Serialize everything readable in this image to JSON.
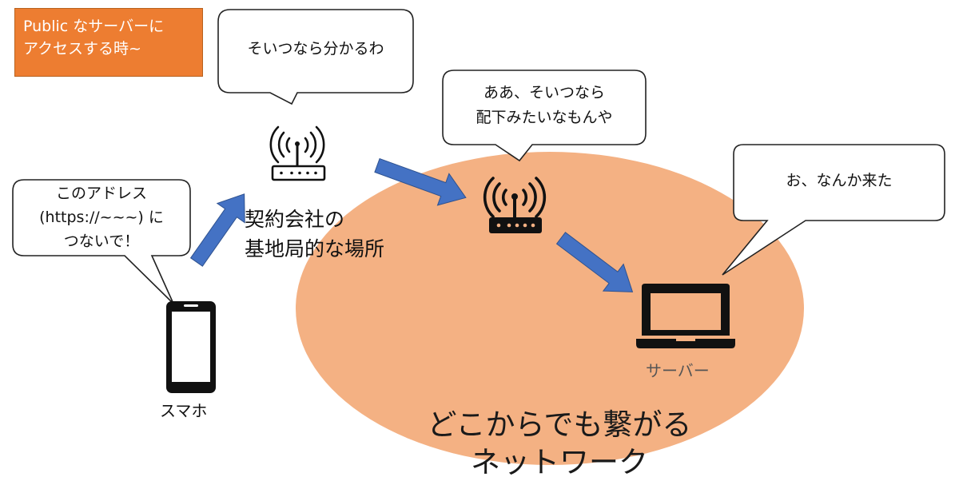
{
  "header_label": {
    "line1": "Public なサーバーに",
    "line2": "アクセスする時~"
  },
  "bubbles": {
    "public_router": "そいつなら分かるわ",
    "network_router": {
      "line1": "ああ、そいつなら",
      "line2": "配下みたいなもんや"
    },
    "server": "お、なんか来た",
    "smartphone": {
      "line1": "このアドレス",
      "line2": "(https://~~~) に",
      "line3": "つないで！"
    }
  },
  "labels": {
    "base_station": {
      "line1": "契約会社の",
      "line2": "基地局的な場所"
    },
    "server": "サーバー",
    "smartphone": "スマホ",
    "network": {
      "line1": "どこからでも繋がる",
      "line2": "ネットワーク"
    }
  },
  "colors": {
    "network_fill": "#f4b183",
    "header_fill": "#ed7d31",
    "arrow": "#4472c4"
  },
  "icons": [
    "wifi-router-icon",
    "smartphone-icon",
    "laptop-icon"
  ]
}
